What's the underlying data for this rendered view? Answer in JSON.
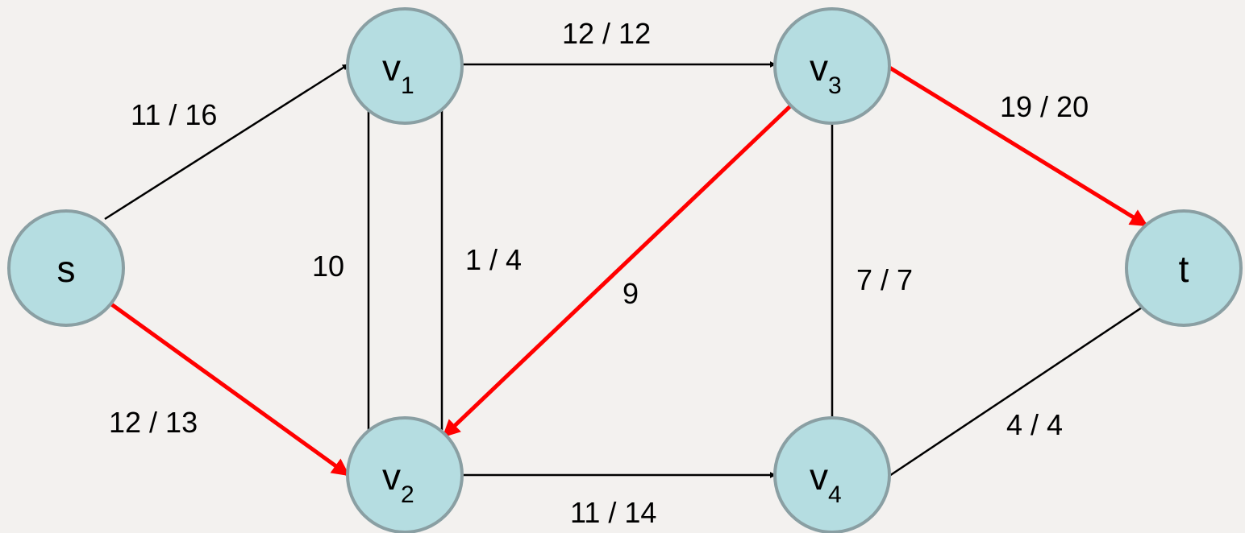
{
  "colors": {
    "background": "#f3f1ef",
    "node_fill": "#b5dde1",
    "node_stroke": "#8a9fa3",
    "edge": "#000000",
    "highlight": "#ff0000"
  },
  "nodes": [
    {
      "id": "s",
      "label": "s",
      "sub": ""
    },
    {
      "id": "v1",
      "label": "v",
      "sub": "1"
    },
    {
      "id": "v2",
      "label": "v",
      "sub": "2"
    },
    {
      "id": "v3",
      "label": "v",
      "sub": "3"
    },
    {
      "id": "v4",
      "label": "v",
      "sub": "4"
    },
    {
      "id": "t",
      "label": "t",
      "sub": ""
    }
  ],
  "edges": [
    {
      "id": "s-v1",
      "from": "s",
      "to": "v1",
      "label": "11 / 16",
      "highlight": false
    },
    {
      "id": "s-v2",
      "from": "s",
      "to": "v2",
      "label": "12 / 13",
      "highlight": true
    },
    {
      "id": "v1-v3",
      "from": "v1",
      "to": "v3",
      "label": "12 / 12",
      "highlight": false
    },
    {
      "id": "v1-v2",
      "from": "v1",
      "to": "v2",
      "label": "10",
      "highlight": false
    },
    {
      "id": "v2-v1",
      "from": "v2",
      "to": "v1",
      "label": "1 / 4",
      "highlight": false
    },
    {
      "id": "v3-v2",
      "from": "v3",
      "to": "v2",
      "label": "9",
      "highlight": true
    },
    {
      "id": "v2-v4",
      "from": "v2",
      "to": "v4",
      "label": "11 / 14",
      "highlight": false
    },
    {
      "id": "v4-v3",
      "from": "v4",
      "to": "v3",
      "label": "7 / 7",
      "highlight": false
    },
    {
      "id": "v3-t",
      "from": "v3",
      "to": "t",
      "label": "19 / 20",
      "highlight": true
    },
    {
      "id": "v4-t",
      "from": "v4",
      "to": "t",
      "label": "4 / 4",
      "highlight": false
    }
  ]
}
